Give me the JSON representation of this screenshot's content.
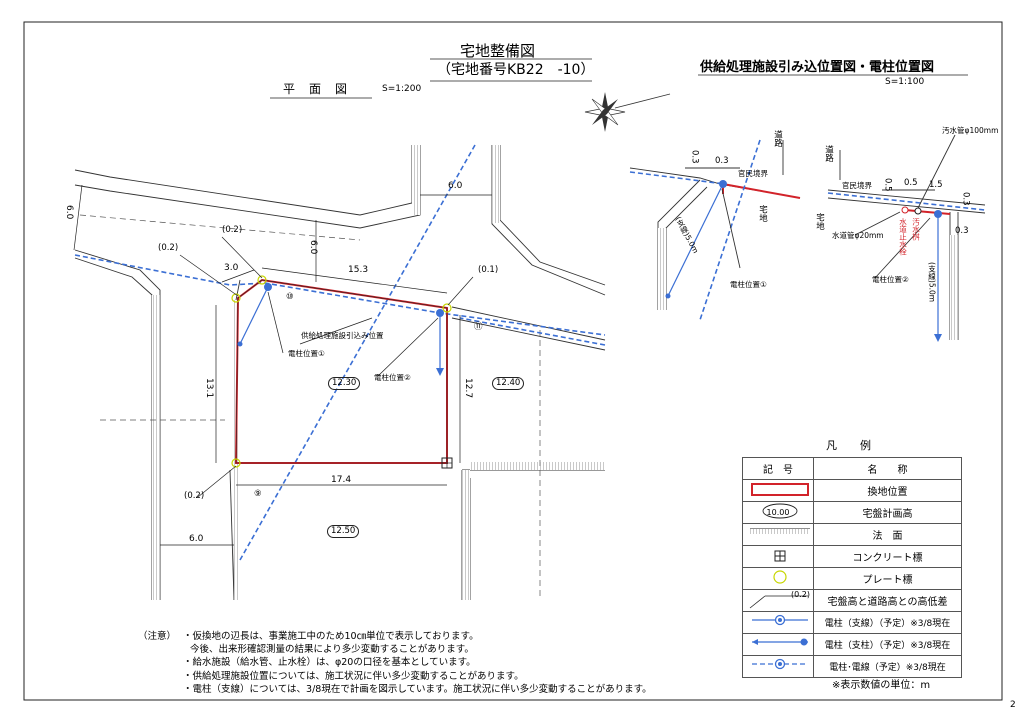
{
  "title": {
    "main": "宅地整備図",
    "sub": "（宅地番号KB22　-10）",
    "right": "供給処理施設引み込位置図・電柱位置図",
    "right_scale": "S=1:100",
    "plan": "平面図",
    "plan_scale": "S=1:200"
  },
  "plan": {
    "dims": {
      "road_left": "6.0",
      "road_top": "6.0",
      "road_mid": "6.0",
      "road_bottom": "6.0",
      "top_edge": "15.3",
      "left_chamfer": "3.0",
      "left_side": "13.1",
      "right_side": "12.7",
      "bottom_edge": "17.4"
    },
    "heights": {
      "h_top_left": "(0.2)",
      "h_left": "(0.2)",
      "h_right": "(0.1)",
      "h_bottom": "(0.2)"
    },
    "plates": {
      "lot_main": "12.30",
      "lot_right": "12.40",
      "lot_bottom": "12.50"
    },
    "lot_numbers": {
      "n10": "⑩",
      "n11": "⑪",
      "n9": "⑨"
    },
    "labels": {
      "supply": "供給処理施設引込み位置",
      "pole1": "電柱位置①",
      "pole2": "電柱位置②"
    }
  },
  "detail1": {
    "dim_a": "0.3",
    "dim_b": "0.3",
    "road": "道路",
    "boundary": "官民境界",
    "site": "宅地",
    "brace": "(支線)5.0m",
    "pole": "電柱位置①"
  },
  "detail2": {
    "sewer": "汚水管φ100mm",
    "road": "道路",
    "boundary": "官民境界",
    "dim_a": "0.5",
    "dim_b": "0.5",
    "dim_c": "1.5",
    "dim_d": "0.3",
    "dim_e": "0.3",
    "site": "宅地",
    "water_plug": "水道止水栓",
    "sewer_box": "汚水桝",
    "water_pipe": "水道管φ20mm",
    "pole": "電柱位置②",
    "brace": "(支線)5.0m"
  },
  "legend": {
    "title": "凡　例",
    "header_symbol": "記　号",
    "header_name": "名　　称",
    "rows": [
      {
        "symbol_text": "",
        "name": "換地位置"
      },
      {
        "symbol_text": "10.00",
        "name": "宅盤計画高"
      },
      {
        "symbol_text": "",
        "name": "法　面"
      },
      {
        "symbol_text": "",
        "name": "コンクリート標"
      },
      {
        "symbol_text": "",
        "name": "プレート標"
      },
      {
        "symbol_text": "(0.2)",
        "name": "宅盤高と道路高との高低差"
      },
      {
        "symbol_text": "",
        "name": "電柱（支線）（予定）※3/8現在"
      },
      {
        "symbol_text": "",
        "name": "電柱（支柱）（予定）※3/8現在"
      },
      {
        "symbol_text": "",
        "name": "電柱･電線（予定）※3/8現在"
      }
    ],
    "unit_note": "※表示数値の単位：m"
  },
  "notes": {
    "heading": "（注意）",
    "n1": "・仮換地の辺長は、事業施工中のため10㎝単位で表示しております。",
    "n1b": "今後、出来形確認測量の結果により多少変動することがあります。",
    "n2": "・給水施設（給水管、止水栓）は、φ20の口径を基本としています。",
    "n3": "・供給処理施設位置については、施工状況に伴い多少変動することがあります。",
    "n4": "・電柱（支線）については、3/8現在で計画を図示しています。施工状況に伴い多少変動することがあります。"
  },
  "page_number": "2",
  "colors": {
    "lot_line": "#d2232a",
    "utility_blue": "#3b6fd4",
    "line": "#222222",
    "wall": "#777777"
  }
}
